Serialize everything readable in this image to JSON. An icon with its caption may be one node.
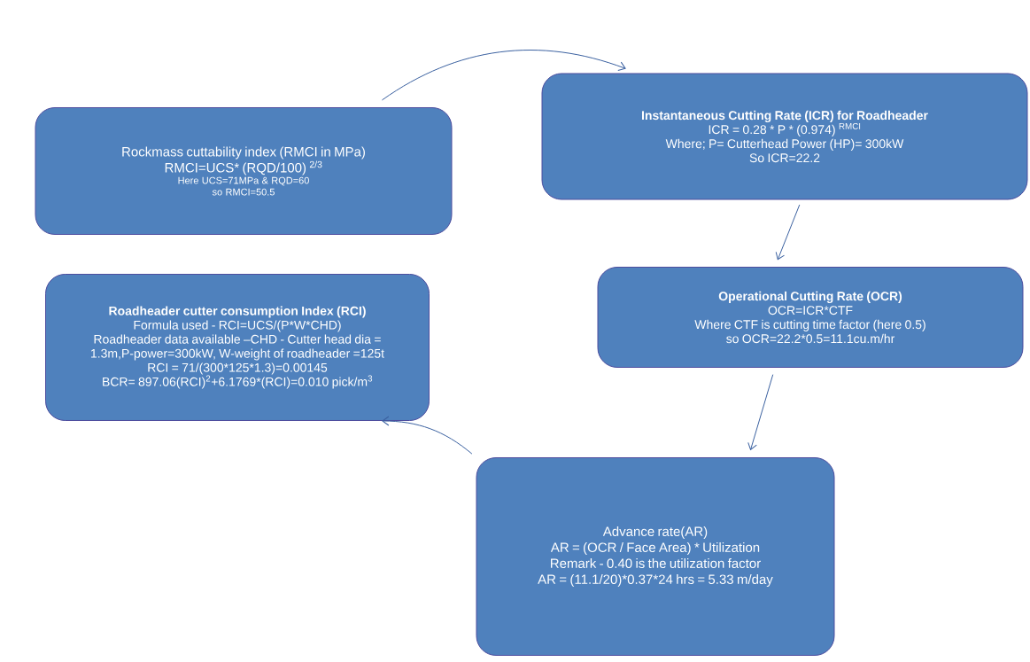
{
  "diagram": {
    "nodes": [
      {
        "text": [
          "Rockmass cuttability index (RMCI in MPa)",
          "RMCI=UCS* (RQD/100) $^{2/3}$",
          "Here UCS=71MPa & RQD=60",
          "so RMCI=50.5"
        ]
      },
      {
        "text": [
          "Instantaneous Cutting Rate (ICR) for Roadheader",
          "ICR = 0.28 * P * (0.974) $^{RMCI}$",
          "Where; P= Cutterhead Power (HP)= 300kW",
          "So ICR=22.2"
        ]
      },
      {
        "text": [
          "Operational Cutting Rate (OCR)",
          "OCR=ICR*CTF",
          "Where CTF is cutting time factor (here 0.5)",
          "so OCR=22.2*0.5=11.1cu.m/hr"
        ]
      },
      {
        "text": [
          "Advance rate(AR)",
          "AR = (OCR / Face Area) * Utilization",
          "Remark - 0.40 is the utilization factor",
          "AR = (11.1/20)*0.37*24 hrs = 5.33 m/day"
        ]
      },
      {
        "text": [
          "Roadheader cutter consumption Index (RCI)",
          "Formula used - RCI=UCS/(P*W*CHD)",
          "Roadheader data available –CHD - Cutter head dia = 1.3m,P-power=300kW, W-weight of roadheader =125t",
          "RCI = 71/(300*125*1.3)=0.00145",
          "BCR= 897.06(RCI)$^{2}$+6.1769*(RCI)=0.010 pick/m$^{3}$"
        ]
      }
    ],
    "edges": [
      {
        "from": 0,
        "to": 1,
        "arrow": "to"
      },
      {
        "from": 1,
        "to": 2,
        "arrow": "to"
      },
      {
        "from": 2,
        "to": 3,
        "arrow": "to"
      },
      {
        "from": 3,
        "to": 4,
        "arrow": "to"
      }
    ]
  }
}
